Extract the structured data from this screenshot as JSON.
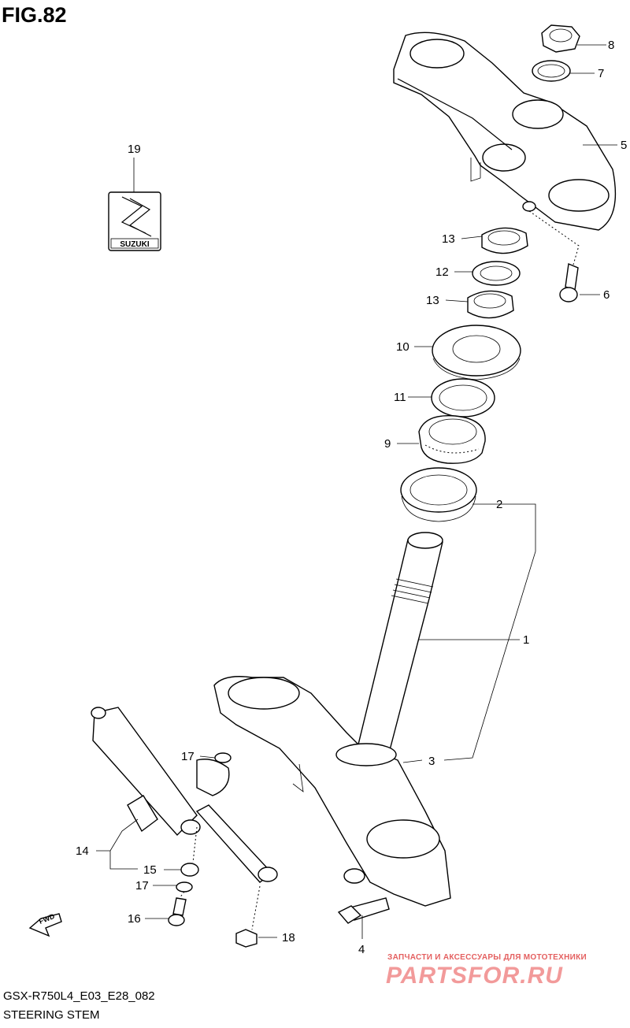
{
  "figure": {
    "title": "FIG.82"
  },
  "callouts": [
    {
      "id": "c8",
      "label": "8"
    },
    {
      "id": "c7",
      "label": "7"
    },
    {
      "id": "c5",
      "label": "5"
    },
    {
      "id": "c19",
      "label": "19"
    },
    {
      "id": "c13a",
      "label": "13"
    },
    {
      "id": "c12",
      "label": "12"
    },
    {
      "id": "c13b",
      "label": "13"
    },
    {
      "id": "c6",
      "label": "6"
    },
    {
      "id": "c10",
      "label": "10"
    },
    {
      "id": "c11",
      "label": "11"
    },
    {
      "id": "c9",
      "label": "9"
    },
    {
      "id": "c2",
      "label": "2"
    },
    {
      "id": "c1",
      "label": "1"
    },
    {
      "id": "c3",
      "label": "3"
    },
    {
      "id": "c17a",
      "label": "17"
    },
    {
      "id": "c14",
      "label": "14"
    },
    {
      "id": "c15",
      "label": "15"
    },
    {
      "id": "c17b",
      "label": "17"
    },
    {
      "id": "c16",
      "label": "16"
    },
    {
      "id": "c18",
      "label": "18"
    },
    {
      "id": "c4",
      "label": "4"
    }
  ],
  "emblem": {
    "text": "SUZUKI"
  },
  "fwd_arrow": {
    "text": "FWD"
  },
  "footer": {
    "model_code": "GSX-R750L4_E03_E28_082",
    "caption": "STEERING STEM"
  },
  "watermark": {
    "tagline": "ЗАПЧАСТИ И АКСЕССУАРЫ ДЛЯ МОТОТЕХНИКИ",
    "brand": "PARTSFOR.RU",
    "color": "#e46060"
  }
}
